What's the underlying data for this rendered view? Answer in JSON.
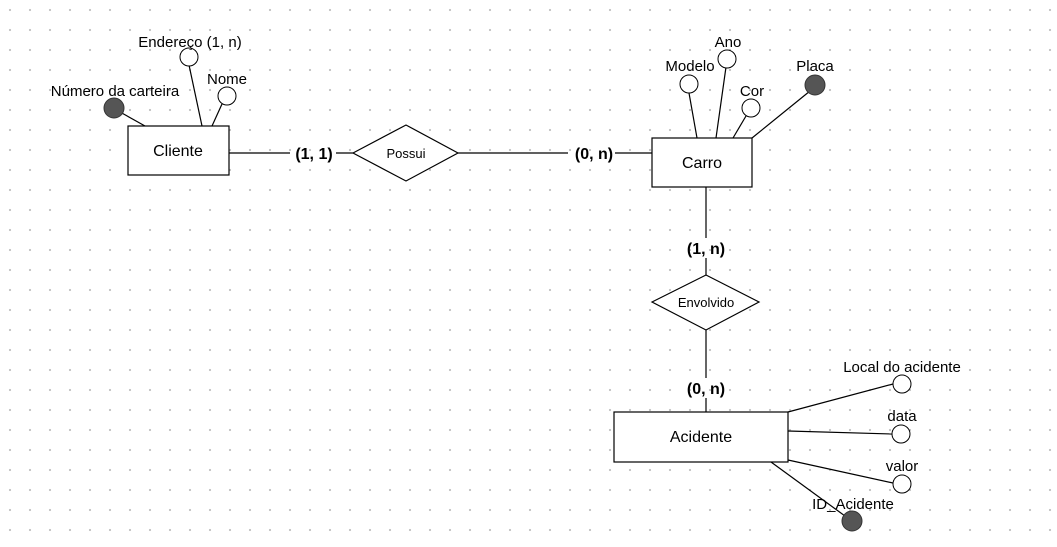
{
  "entities": {
    "cliente": "Cliente",
    "carro": "Carro",
    "acidente": "Acidente"
  },
  "relationships": {
    "possui": "Possui",
    "envolvido": "Envolvido"
  },
  "cardinalities": {
    "cliente_possui": "(1, 1)",
    "possui_carro": "(0, n)",
    "carro_envolvido": "(1, n)",
    "envolvido_acidente": "(0, n)"
  },
  "attributes": {
    "cliente": {
      "endereco": "Endereço (1, n)",
      "numero_carteira": "Número da carteira",
      "nome": "Nome"
    },
    "carro": {
      "ano": "Ano",
      "modelo": "Modelo",
      "placa": "Placa",
      "cor": "Cor"
    },
    "acidente": {
      "local": "Local do acidente",
      "data": "data",
      "valor": "valor",
      "id": "ID_Acidente"
    }
  },
  "key_attribute_color": "#555555",
  "background_color": "#ffffff",
  "grid_dot_color": "#c4c4c4"
}
